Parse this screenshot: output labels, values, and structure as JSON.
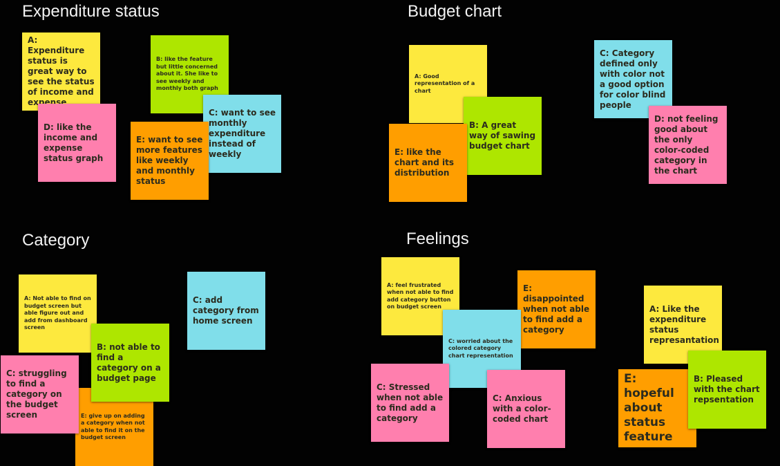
{
  "colors": {
    "yellow": "#fde93e",
    "green": "#aee600",
    "pink": "#ff7fae",
    "cyan": "#80deea",
    "orange": "#ff9e00"
  },
  "sections": [
    {
      "title": "Expenditure status",
      "notes": [
        {
          "text": "A: Expenditure status is great way to see the status of income and expense",
          "color": "yellow",
          "size": "big"
        },
        {
          "text": "D: like the income and expense status graph",
          "color": "pink",
          "size": "big"
        },
        {
          "text": "B: like the feature but little concerned about it. She like to see weekly and monthly both graph",
          "color": "green",
          "size": "small"
        },
        {
          "text": "C: want to see monthly expenditure instead of weekly",
          "color": "cyan",
          "size": "big"
        },
        {
          "text": "E: want to see more features like weekly and monthly status",
          "color": "orange",
          "size": "big"
        }
      ]
    },
    {
      "title": "Budget chart",
      "notes": [
        {
          "text": "A: Good representation of a chart",
          "color": "yellow",
          "size": "small"
        },
        {
          "text": "B: A great way of sawing budget chart",
          "color": "green",
          "size": "big"
        },
        {
          "text": "E: like the chart and its distribution",
          "color": "orange",
          "size": "big"
        },
        {
          "text": "C: Category defined only with color not a good option for color blind people",
          "color": "cyan",
          "size": "big"
        },
        {
          "text": "D: not feeling good about the only color-coded category in the chart",
          "color": "pink",
          "size": "big"
        }
      ]
    },
    {
      "title": "Category",
      "notes": [
        {
          "text": "A: Not able to find on budget screen but able figure out and add from dashboard screen",
          "color": "yellow",
          "size": "small"
        },
        {
          "text": "C: add category from home screen",
          "color": "cyan",
          "size": "big"
        },
        {
          "text": "E: give up on adding a category when not able to find it on the budget screen",
          "color": "orange",
          "size": "small"
        },
        {
          "text": "B: not able to find a category on a budget page",
          "color": "green",
          "size": "big"
        },
        {
          "text": "C: struggling to find a category on the budget screen",
          "color": "pink",
          "size": "big"
        }
      ]
    },
    {
      "title": "Feelings",
      "notes": [
        {
          "text": "A: feel frustrated when not able to find add category button on budget screen",
          "color": "yellow",
          "size": "small"
        },
        {
          "text": "E: disappointed when not able to find add a category",
          "color": "orange",
          "size": "big"
        },
        {
          "text": "C: worried about the colored category chart representation",
          "color": "cyan",
          "size": "small"
        },
        {
          "text": "C: Stressed when not able to find add a category",
          "color": "pink",
          "size": "big"
        },
        {
          "text": "C: Anxious with a color-coded chart",
          "color": "pink",
          "size": "big"
        },
        {
          "text": "A: Like the expenditure status represantation",
          "color": "yellow",
          "size": "big"
        },
        {
          "text": "E: hopeful about status feature",
          "color": "orange",
          "size": "huge"
        },
        {
          "text": "B: Pleased with the chart repsentation",
          "color": "green",
          "size": "big"
        }
      ]
    }
  ]
}
